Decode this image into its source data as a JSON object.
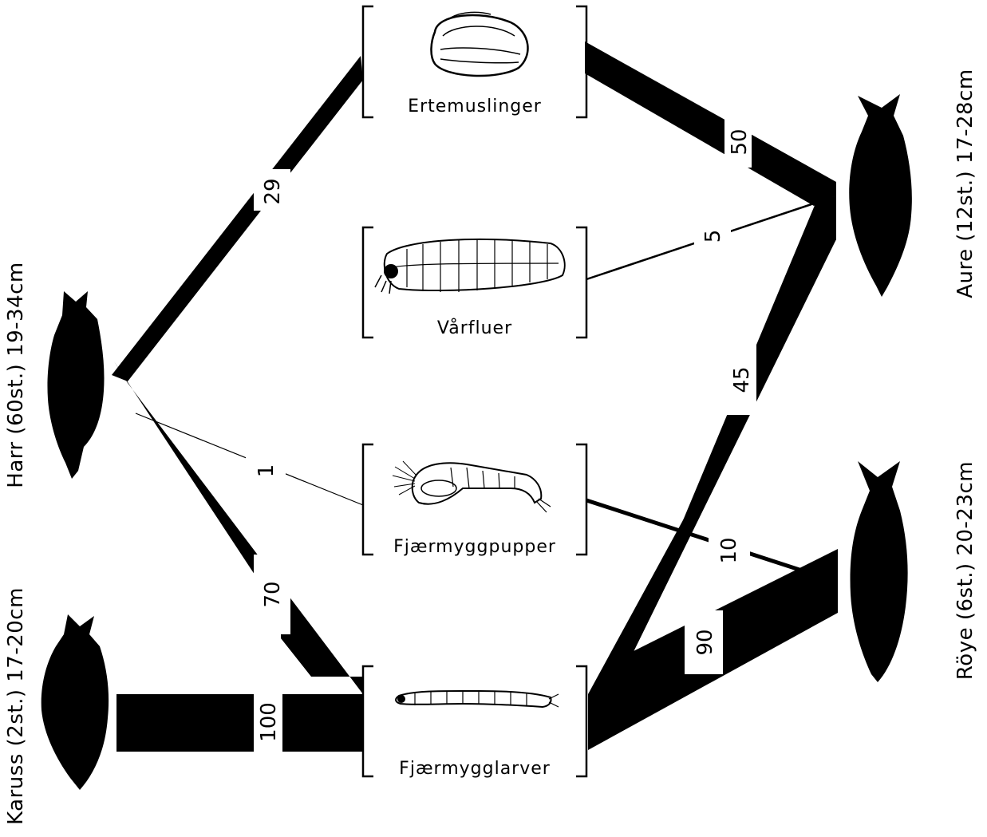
{
  "predators": {
    "harr": "Harr (60st.) 19-34cm",
    "karuss": "Karuss (2st.) 17-20cm",
    "aure": "Aure (12st.) 17-28cm",
    "roye": "Röye (6st.) 20-23cm"
  },
  "prey": {
    "ertemuslinger": "Ertemuslinger",
    "varfluer": "Vårfluer",
    "fjaermyggpupper": "Fjærmyggpupper",
    "fjaermygglarver": "Fjærmygglarver"
  },
  "links": [
    {
      "predator": "Harr",
      "prey": "Ertemuslinger",
      "value": 29,
      "label": "29"
    },
    {
      "predator": "Harr",
      "prey": "Fjærmyggpupper",
      "value": 1,
      "label": "1"
    },
    {
      "predator": "Harr",
      "prey": "Fjærmygglarver",
      "value": 70,
      "label": "70"
    },
    {
      "predator": "Karuss",
      "prey": "Fjærmygglarver",
      "value": 100,
      "label": "100"
    },
    {
      "predator": "Aure",
      "prey": "Ertemuslinger",
      "value": 50,
      "label": "50"
    },
    {
      "predator": "Aure",
      "prey": "Vårfluer",
      "value": 5,
      "label": "5"
    },
    {
      "predator": "Aure",
      "prey": "Fjærmygglarver",
      "value": 45,
      "label": "45"
    },
    {
      "predator": "Röye",
      "prey": "Fjærmyggpupper",
      "value": 10,
      "label": "10"
    },
    {
      "predator": "Röye",
      "prey": "Fjærmygglarver",
      "value": 90,
      "label": "90"
    }
  ]
}
